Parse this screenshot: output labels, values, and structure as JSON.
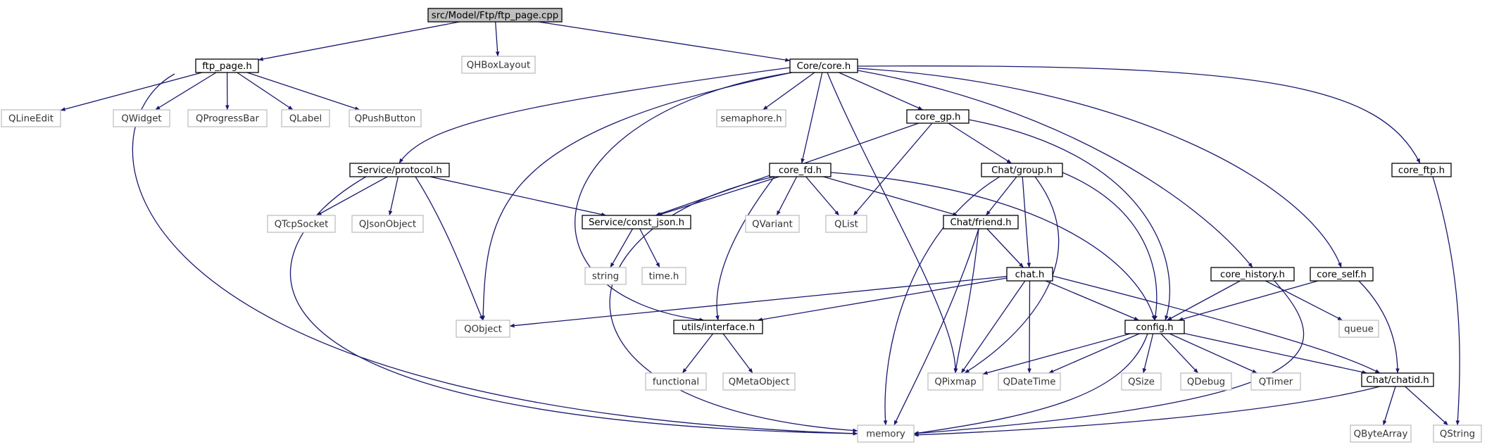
{
  "diagram": {
    "type": "include-dependency-graph",
    "colors": {
      "edge": "#191970",
      "root_fill": "#bfbfbf",
      "local_border": "#000000",
      "system_border": "#bfbfbf",
      "system_text": "#333333"
    },
    "nodes": [
      {
        "id": "ftp_page_cpp",
        "label": "src/Model/Ftp/ftp_page.cpp",
        "kind": "root"
      },
      {
        "id": "ftp_page_h",
        "label": "ftp_page.h",
        "kind": "local"
      },
      {
        "id": "qhboxlayout",
        "label": "QHBoxLayout",
        "kind": "system"
      },
      {
        "id": "core_h",
        "label": "Core/core.h",
        "kind": "local"
      },
      {
        "id": "qlineedit",
        "label": "QLineEdit",
        "kind": "system"
      },
      {
        "id": "qwidget",
        "label": "QWidget",
        "kind": "system"
      },
      {
        "id": "qprogressbar",
        "label": "QProgressBar",
        "kind": "system"
      },
      {
        "id": "qlabel",
        "label": "QLabel",
        "kind": "system"
      },
      {
        "id": "qpushbutton",
        "label": "QPushButton",
        "kind": "system"
      },
      {
        "id": "semaphore_h",
        "label": "semaphore.h",
        "kind": "system"
      },
      {
        "id": "core_gp_h",
        "label": "core_gp.h",
        "kind": "local"
      },
      {
        "id": "core_ftp_h",
        "label": "core_ftp.h",
        "kind": "local"
      },
      {
        "id": "protocol_h",
        "label": "Service/protocol.h",
        "kind": "local"
      },
      {
        "id": "core_fd_h",
        "label": "core_fd.h",
        "kind": "local"
      },
      {
        "id": "group_h",
        "label": "Chat/group.h",
        "kind": "local"
      },
      {
        "id": "qtcpsocket",
        "label": "QTcpSocket",
        "kind": "system"
      },
      {
        "id": "qjsonobject",
        "label": "QJsonObject",
        "kind": "system"
      },
      {
        "id": "const_json_h",
        "label": "Service/const_json.h",
        "kind": "local"
      },
      {
        "id": "qvariant",
        "label": "QVariant",
        "kind": "system"
      },
      {
        "id": "qlist",
        "label": "QList",
        "kind": "system"
      },
      {
        "id": "friend_h",
        "label": "Chat/friend.h",
        "kind": "local"
      },
      {
        "id": "string",
        "label": "string",
        "kind": "system"
      },
      {
        "id": "time_h",
        "label": "time.h",
        "kind": "system"
      },
      {
        "id": "chat_h",
        "label": "chat.h",
        "kind": "local"
      },
      {
        "id": "core_history_h",
        "label": "core_history.h",
        "kind": "local"
      },
      {
        "id": "core_self_h",
        "label": "core_self.h",
        "kind": "local"
      },
      {
        "id": "qobject",
        "label": "QObject",
        "kind": "system"
      },
      {
        "id": "interface_h",
        "label": "utils/interface.h",
        "kind": "local"
      },
      {
        "id": "config_h",
        "label": "config.h",
        "kind": "local"
      },
      {
        "id": "queue",
        "label": "queue",
        "kind": "system"
      },
      {
        "id": "functional",
        "label": "functional",
        "kind": "system"
      },
      {
        "id": "qmetaobject",
        "label": "QMetaObject",
        "kind": "system"
      },
      {
        "id": "qpixmap",
        "label": "QPixmap",
        "kind": "system"
      },
      {
        "id": "qdatetime",
        "label": "QDateTime",
        "kind": "system"
      },
      {
        "id": "qsize",
        "label": "QSize",
        "kind": "system"
      },
      {
        "id": "qdebug",
        "label": "QDebug",
        "kind": "system"
      },
      {
        "id": "qtimer",
        "label": "QTimer",
        "kind": "system"
      },
      {
        "id": "chatid_h",
        "label": "Chat/chatid.h",
        "kind": "local"
      },
      {
        "id": "memory",
        "label": "memory",
        "kind": "system"
      },
      {
        "id": "qbytearray",
        "label": "QByteArray",
        "kind": "system"
      },
      {
        "id": "qstring",
        "label": "QString",
        "kind": "system"
      }
    ],
    "edges": [
      [
        "ftp_page_cpp",
        "ftp_page_h"
      ],
      [
        "ftp_page_cpp",
        "qhboxlayout"
      ],
      [
        "ftp_page_cpp",
        "core_h"
      ],
      [
        "ftp_page_h",
        "qlineedit"
      ],
      [
        "ftp_page_h",
        "qwidget"
      ],
      [
        "ftp_page_h",
        "qprogressbar"
      ],
      [
        "ftp_page_h",
        "qlabel"
      ],
      [
        "ftp_page_h",
        "qpushbutton"
      ],
      [
        "ftp_page_h",
        "memory"
      ],
      [
        "core_h",
        "protocol_h"
      ],
      [
        "core_h",
        "qobject"
      ],
      [
        "core_h",
        "interface_h"
      ],
      [
        "core_h",
        "semaphore_h"
      ],
      [
        "core_h",
        "core_fd_h"
      ],
      [
        "core_h",
        "qpixmap"
      ],
      [
        "core_h",
        "core_gp_h"
      ],
      [
        "core_h",
        "core_history_h"
      ],
      [
        "core_h",
        "core_self_h"
      ],
      [
        "core_h",
        "core_ftp_h"
      ],
      [
        "core_gp_h",
        "const_json_h"
      ],
      [
        "core_gp_h",
        "qlist"
      ],
      [
        "core_gp_h",
        "group_h"
      ],
      [
        "core_gp_h",
        "config_h"
      ],
      [
        "core_ftp_h",
        "qstring"
      ],
      [
        "protocol_h",
        "memory"
      ],
      [
        "protocol_h",
        "qtcpsocket"
      ],
      [
        "protocol_h",
        "qjsonobject"
      ],
      [
        "protocol_h",
        "qobject"
      ],
      [
        "protocol_h",
        "const_json_h"
      ],
      [
        "core_fd_h",
        "const_json_h"
      ],
      [
        "core_fd_h",
        "memory"
      ],
      [
        "core_fd_h",
        "interface_h"
      ],
      [
        "core_fd_h",
        "qvariant"
      ],
      [
        "core_fd_h",
        "qlist"
      ],
      [
        "core_fd_h",
        "friend_h"
      ],
      [
        "core_fd_h",
        "config_h"
      ],
      [
        "group_h",
        "friend_h"
      ],
      [
        "group_h",
        "memory"
      ],
      [
        "group_h",
        "chat_h"
      ],
      [
        "group_h",
        "qpixmap"
      ],
      [
        "group_h",
        "config_h"
      ],
      [
        "const_json_h",
        "string"
      ],
      [
        "const_json_h",
        "time_h"
      ],
      [
        "friend_h",
        "chat_h"
      ],
      [
        "friend_h",
        "qpixmap"
      ],
      [
        "friend_h",
        "memory"
      ],
      [
        "chat_h",
        "qobject"
      ],
      [
        "chat_h",
        "interface_h"
      ],
      [
        "chat_h",
        "qpixmap"
      ],
      [
        "chat_h",
        "qdatetime"
      ],
      [
        "chat_h",
        "config_h"
      ],
      [
        "chat_h",
        "chatid_h"
      ],
      [
        "core_history_h",
        "config_h"
      ],
      [
        "core_history_h",
        "queue"
      ],
      [
        "core_history_h",
        "memory"
      ],
      [
        "core_self_h",
        "config_h"
      ],
      [
        "core_self_h",
        "chatid_h"
      ],
      [
        "interface_h",
        "functional"
      ],
      [
        "interface_h",
        "qmetaobject"
      ],
      [
        "config_h",
        "qpixmap"
      ],
      [
        "config_h",
        "qdatetime"
      ],
      [
        "config_h",
        "qsize"
      ],
      [
        "config_h",
        "qdebug"
      ],
      [
        "config_h",
        "qtimer"
      ],
      [
        "config_h",
        "chatid_h"
      ],
      [
        "config_h",
        "memory"
      ],
      [
        "chatid_h",
        "memory"
      ],
      [
        "chatid_h",
        "qbytearray"
      ],
      [
        "chatid_h",
        "qstring"
      ]
    ]
  }
}
